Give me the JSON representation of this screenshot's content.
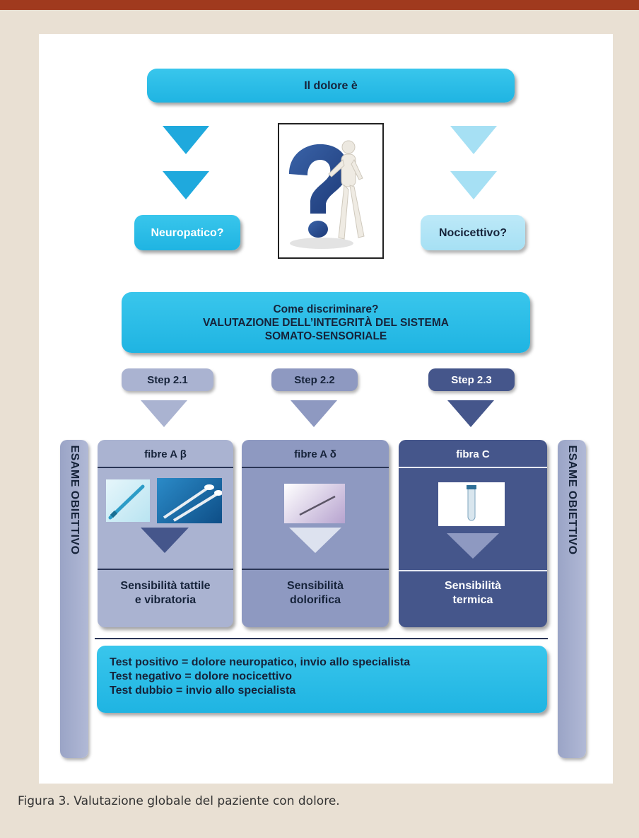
{
  "top_box": "Il dolore è",
  "left_option": "Neuropatico?",
  "right_option": "Nocicettivo?",
  "question_box": {
    "line1": "Come discriminare?",
    "line2": "VALUTAZIONE DELL’INTEGRITÀ DEL SISTEMA",
    "line3": "SOMATO-SENSORIALE"
  },
  "steps": [
    "Step 2.1",
    "Step 2.2",
    "Step 2.3"
  ],
  "columns": [
    {
      "title": "fibre A β",
      "text1": "Sensibilità tattile",
      "text2": "e vibratoria"
    },
    {
      "title": "fibre A δ",
      "text1": "Sensibilità",
      "text2": "dolorifica"
    },
    {
      "title": "fibra C",
      "text1": "Sensibilità",
      "text2": "termica"
    }
  ],
  "side_label_left": "ESAME OBIETTIVO",
  "side_label_right": "ESAME OBIETTIVO",
  "results": [
    "Test positivo = dolore neuropatico, invio allo specialista",
    "Test negativo = dolore nocicettivo",
    "Test dubbio = invio allo specialista"
  ],
  "caption": "Figura 3. Valutazione globale del paziente con dolore.",
  "colors": {
    "brand_bar": "#a03a1e",
    "cyan": "#1fb4e2",
    "light_cyan": "#a6e0f4",
    "step1": "#a9b2d2",
    "step2": "#8d98c0",
    "step3": "#43548a"
  }
}
